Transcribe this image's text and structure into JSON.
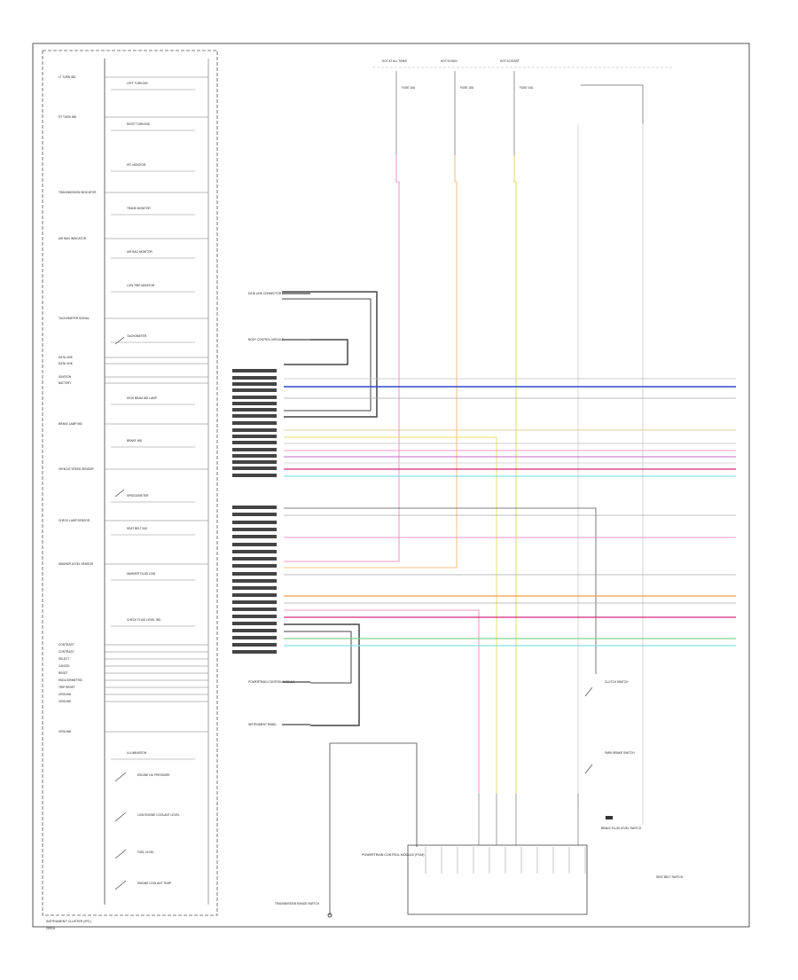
{
  "diagram": {
    "title": "INSTRUMENT CLUSTER (IPC)",
    "footer_code": "CIRCA",
    "cluster_left_labels": [
      "LT TURN IND",
      "RT TURN IND",
      "",
      "TRANSMISSION INDICATOR",
      "AIR BAG INDICATOR",
      "",
      "TACHOMETER SIGNAL",
      "DATA LINK",
      "DATA LINK",
      "IGNITION",
      "BATTERY",
      "",
      "BRAKE LAMP IND",
      "VEHICLE SPEED SENSOR",
      "CHECK LAMP SENSOR",
      "WASHER LEVEL SENSOR",
      "CONTRAST",
      "CONTRAST",
      "SELECT",
      "CANCEL",
      "RESET",
      "ENGLISH/METRIC",
      "TRIP RESET",
      "GROUND",
      "GROUND",
      "GROUND"
    ],
    "cluster_items": [
      "LEFT TURN IND",
      "RIGHT TURN IND",
      "IPC MONITOR",
      "TRANS MONITOR",
      "AIR BAG MONITOR",
      "LOW TIRE MONITOR",
      "TACHOMETER",
      "HIGH BEAM IND LAMP",
      "BRAKE IND",
      "SPEEDOMETER",
      "SEAT BELT IND",
      "WASHER FLUID LOW",
      "CHECK FLUID LEVEL IND",
      "ILLUMINATION"
    ],
    "bottom_switches": [
      "ENGINE OIL PRESSURE",
      "LOW ENGINE COOLANT LEVEL",
      "FUEL LEVEL",
      "ENGINE COOLANT TEMP"
    ],
    "top_fuses": [
      "HOT AT ALL TIMES",
      "HOT IN RUN",
      "HOT IN START"
    ],
    "fuse_labels": [
      "FUSE 10A",
      "FUSE 15A",
      "FUSE 10A"
    ],
    "connector_groups": [
      "DATA LINK CONNECTOR",
      "BODY CONTROL MODULE",
      "POWERTRAIN CONTROL MODULE",
      "INSTRUMENT PANEL"
    ],
    "modules": [
      "POWERTRAIN CONTROL MODULE (PCM)",
      "CLUTCH SWITCH",
      "PARK BRAKE SWITCH",
      "BRAKE FLUID LEVEL SWITCH",
      "SEAT BELT SWITCH",
      "TRANSMISSION RANGE SWITCH"
    ],
    "wire_colors": {
      "pink": "#f49ac8",
      "orange": "#f7c184",
      "yellow": "#e2e16c",
      "blue": "#2c48c8",
      "gray": "#9a9a9a",
      "dark": "#333333",
      "magenta": "#d02a7a",
      "cyan": "#86e0e6",
      "green": "#7fd48c",
      "light_orange": "#f39c4a",
      "violet": "#c56bc9",
      "tan": "#e8c9a0"
    }
  }
}
